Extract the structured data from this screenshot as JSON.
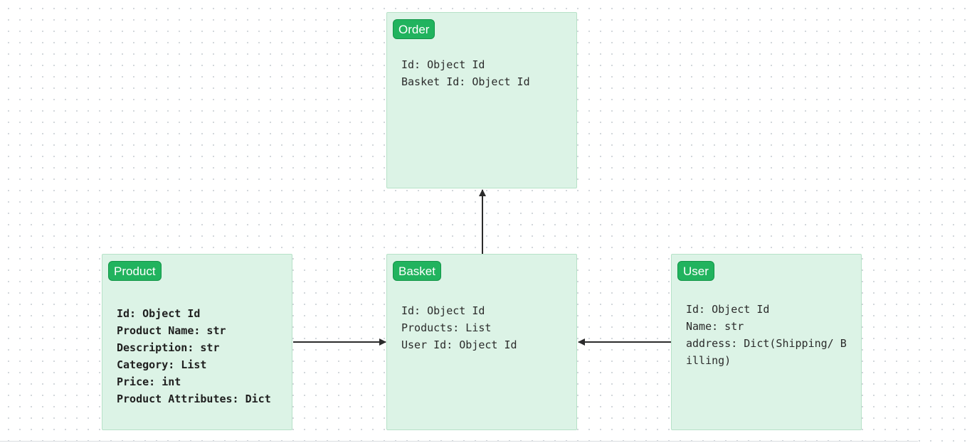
{
  "entities": {
    "order": {
      "title": "Order",
      "fields": [
        "Id: Object Id",
        "Basket Id: Object Id"
      ]
    },
    "product": {
      "title": "Product",
      "fields": [
        "Id: Object Id",
        "Product Name: str",
        "Description: str",
        "Category: List",
        "Price: int",
        "Product Attributes: Dict"
      ]
    },
    "basket": {
      "title": "Basket",
      "fields": [
        "Id: Object Id",
        "Products: List",
        "User Id: Object Id"
      ]
    },
    "user": {
      "title": "User",
      "fields": [
        "Id: Object Id",
        "Name: str",
        "address: Dict(Shipping/ Billing)"
      ]
    }
  },
  "colors": {
    "node_fill": "#dcf3e6",
    "tag_fill": "#21b35e",
    "connector": "#2b2b2b"
  }
}
